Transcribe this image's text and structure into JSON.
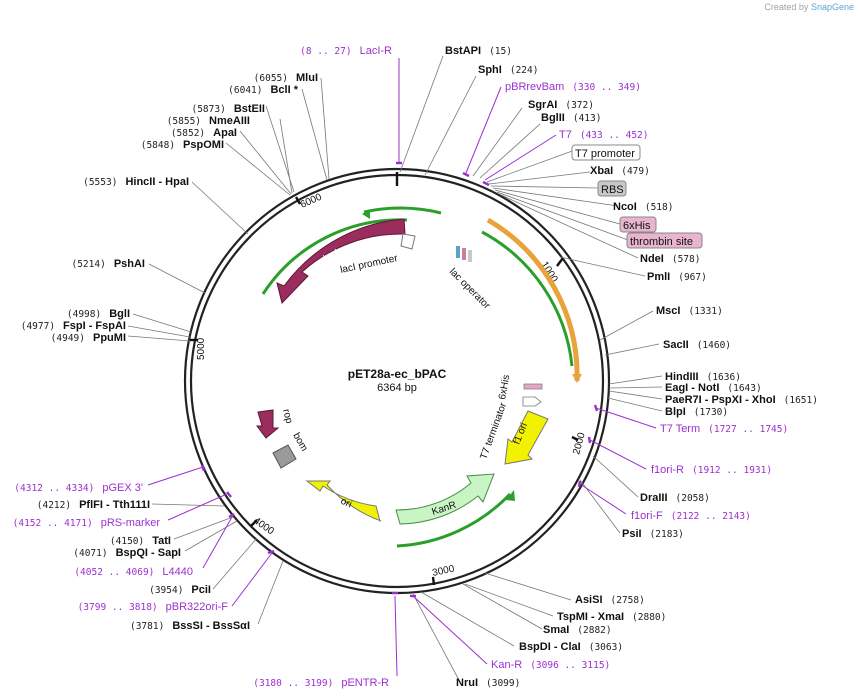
{
  "watermark": {
    "prefix": "Created by",
    "brand": "SnapGene"
  },
  "plasmid": {
    "name": "pET28a-ec_bPAC",
    "size": "6364 bp"
  },
  "ticks": [
    "1000",
    "2000",
    "3000",
    "4000",
    "5000",
    "6000"
  ],
  "enzymes": [
    {
      "name": "BstAPI",
      "pos": "(15)"
    },
    {
      "name": "SphI",
      "pos": "(224)"
    },
    {
      "name": "SgrAI",
      "pos": "(372)"
    },
    {
      "name": "BglII",
      "pos": "(413)"
    },
    {
      "name": "XbaI",
      "pos": "(479)"
    },
    {
      "name": "NcoI",
      "pos": "(518)"
    },
    {
      "name": "NdeI",
      "pos": "(578)"
    },
    {
      "name": "PmlI",
      "pos": "(967)"
    },
    {
      "name": "MscI",
      "pos": "(1331)"
    },
    {
      "name": "SacII",
      "pos": "(1460)"
    },
    {
      "name": "HindIII",
      "pos": "(1636)"
    },
    {
      "name": "EagI - NotI",
      "pos": "(1643)"
    },
    {
      "name": "PaeR7I - PspXI - XhoI",
      "pos": "(1651)"
    },
    {
      "name": "BlpI",
      "pos": "(1730)"
    },
    {
      "name": "DraIII",
      "pos": "(2058)"
    },
    {
      "name": "PsiI",
      "pos": "(2183)"
    },
    {
      "name": "AsiSI",
      "pos": "(2758)"
    },
    {
      "name": "TspMI - XmaI",
      "pos": "(2880)"
    },
    {
      "name": "SmaI",
      "pos": "(2882)"
    },
    {
      "name": "BspDI - ClaI",
      "pos": "(3063)"
    },
    {
      "name": "NruI",
      "pos": "(3099)"
    },
    {
      "name": "BssSI - BssSαI",
      "pos": "(3781)"
    },
    {
      "name": "PciI",
      "pos": "(3954)"
    },
    {
      "name": "BspQI - SapI",
      "pos": "(4071)"
    },
    {
      "name": "TatI",
      "pos": "(4150)"
    },
    {
      "name": "PflFI - Tth111I",
      "pos": "(4212)"
    },
    {
      "name": "PpuMI",
      "pos": "(4949)"
    },
    {
      "name": "FspI - FspAI",
      "pos": "(4977)"
    },
    {
      "name": "BglI",
      "pos": "(4998)"
    },
    {
      "name": "PshAI",
      "pos": "(5214)"
    },
    {
      "name": "HincII - HpaI",
      "pos": "(5553)"
    },
    {
      "name": "PspOMI",
      "pos": "(5848)"
    },
    {
      "name": "ApaI",
      "pos": "(5852)"
    },
    {
      "name": "NmeAIII",
      "pos": "(5855)"
    },
    {
      "name": "BstEII",
      "pos": "(5873)"
    },
    {
      "name": "BclI *",
      "pos": "(6041)"
    },
    {
      "name": "MluI",
      "pos": "(6055)"
    }
  ],
  "primers": [
    {
      "name": "LacI-R",
      "pos": "(8 .. 27)"
    },
    {
      "name": "pBRrevBam",
      "pos": "(330 .. 349)"
    },
    {
      "name": "T7",
      "pos": "(433 .. 452)"
    },
    {
      "name": "T7 Term",
      "pos": "(1727 .. 1745)"
    },
    {
      "name": "f1ori-R",
      "pos": "(1912 .. 1931)"
    },
    {
      "name": "f1ori-F",
      "pos": "(2122 .. 2143)"
    },
    {
      "name": "Kan-R",
      "pos": "(3096 .. 3115)"
    },
    {
      "name": "pENTR-R",
      "pos": "(3180 .. 3199)"
    },
    {
      "name": "pBR322ori-F",
      "pos": "(3799 .. 3818)"
    },
    {
      "name": "L4440",
      "pos": "(4052 .. 4069)"
    },
    {
      "name": "pRS-marker",
      "pos": "(4152 .. 4171)"
    },
    {
      "name": "pGEX 3'",
      "pos": "(4312 .. 4334)"
    }
  ],
  "boxed_features": [
    "T7 promoter",
    "RBS",
    "6xHis",
    "thrombin site"
  ],
  "map_features": {
    "lacI": "lacI",
    "lacI_promoter": "lacI promoter",
    "lac_operator": "lac operator",
    "sixhis": "6xHis",
    "t7_terminator": "T7 terminator",
    "f1_ori": "f1 ori",
    "kanR": "KanR",
    "ori": "ori",
    "rop": "rop",
    "bom": "bom"
  },
  "colors": {
    "backbone": "#222222",
    "lacI": "#9b2d5e",
    "kanR": "#c9f5c4",
    "ori": "#f2f200",
    "f1ori": "#f2f200",
    "orf_arc": "#2aa02a",
    "insert_arc": "#e8a33a",
    "primer": "#9b30d0",
    "bom": "#9a9a9a"
  }
}
